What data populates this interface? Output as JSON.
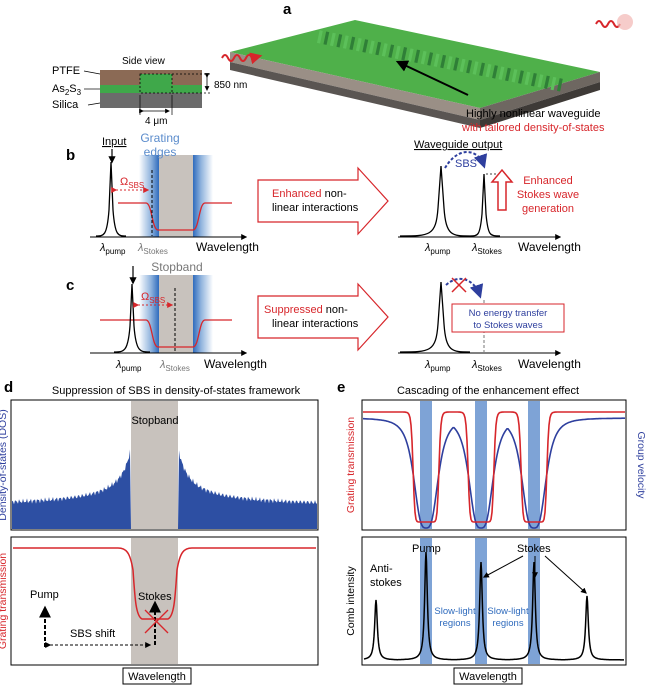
{
  "panel_a": {
    "letter": "a",
    "layer_ptfe": "PTFE",
    "layer_as2s3_base": "As",
    "layer_as2s3_sub1": "2",
    "layer_as2s3_mid": "S",
    "layer_as2s3_sub2": "3",
    "layer_silica": "Silica",
    "side_view": "Side view",
    "thickness": "850 nm",
    "width": "4 μm",
    "callout_line1": "Highly nonlinear waveguide",
    "callout_line2": "with tailored density-of-states"
  },
  "panel_b": {
    "letter": "b",
    "input": "Input",
    "grating_edges_1": "Grating",
    "grating_edges_2": "edges",
    "omega": "Ω",
    "omega_sub": "SBS",
    "arrow_text_red": "Enhanced",
    "arrow_text_rest1": " non-",
    "arrow_text_line2": "linear interactions",
    "output_title": "Waveguide output",
    "sbs": "SBS",
    "enh_line1": "Enhanced",
    "enh_line2": "Stokes wave",
    "enh_line3": "generation",
    "lambda": "λ",
    "pump": "pump",
    "stokes": "Stokes",
    "wavelength": "Wavelength"
  },
  "panel_c": {
    "letter": "c",
    "stopband": "Stopband",
    "arrow_text_red": "Suppressed",
    "arrow_text_rest1": " non-",
    "arrow_text_line2": "linear interactions",
    "no_transfer_1": "No energy transfer",
    "no_transfer_2": "to Stokes waves"
  },
  "panel_d": {
    "letter": "d",
    "title": "Suppression of SBS in density-of-states framework",
    "stopband": "Stopband",
    "ylabel_top": "Density-of-states (DOS)",
    "ylabel_bottom": "Grating transmission",
    "pump": "Pump",
    "stokes": "Stokes",
    "sbs_shift": "SBS shift",
    "xlabel": "Wavelength"
  },
  "panel_e": {
    "letter": "e",
    "title": "Cascading of the enhancement effect",
    "ylabel_left": "Grating transmission",
    "ylabel_right": "Group velocity",
    "ylabel_bottom": "Comb intensity",
    "pump": "Pump",
    "stokes": "Stokes",
    "antistokes_1": "Anti-",
    "antistokes_2": "stokes",
    "slow1_1": "Slow-light",
    "slow1_2": "regions",
    "slow2_1": "Slow-light",
    "slow2_2": "regions",
    "xlabel": "Wavelength"
  },
  "colors": {
    "red": "#d7262b",
    "blue": "#2e3f9e",
    "dos_blue": "#2d4fa3",
    "grating_blue": "#6f9ad0",
    "stopband_gray": "#c8c2bd",
    "waveguide_green": "#3fa84a"
  }
}
